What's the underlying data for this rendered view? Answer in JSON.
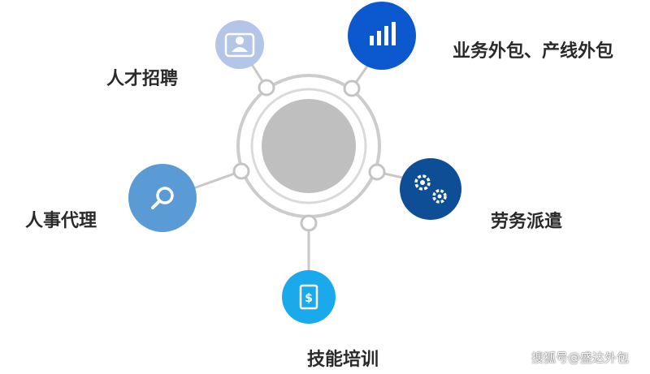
{
  "diagram": {
    "nodes": [
      {
        "id": "recruit",
        "label": "人才招聘",
        "icon": "user-icon",
        "color": "#b4c6e7"
      },
      {
        "id": "outsource",
        "label": "业务外包、产线外包",
        "icon": "bar-chart-icon",
        "color": "#0b58cf"
      },
      {
        "id": "agency",
        "label": "人事代理",
        "icon": "search-icon",
        "color": "#5b9bd5"
      },
      {
        "id": "dispatch",
        "label": "劳务派遣",
        "icon": "gears-icon",
        "color": "#0d4e96"
      },
      {
        "id": "training",
        "label": "技能培训",
        "icon": "dollar-document-icon",
        "color": "#1aa9ea"
      }
    ],
    "hub_color": "#bfbfbf",
    "ring_color": "#cccccc"
  },
  "watermark": "搜狐号@盛达外包"
}
